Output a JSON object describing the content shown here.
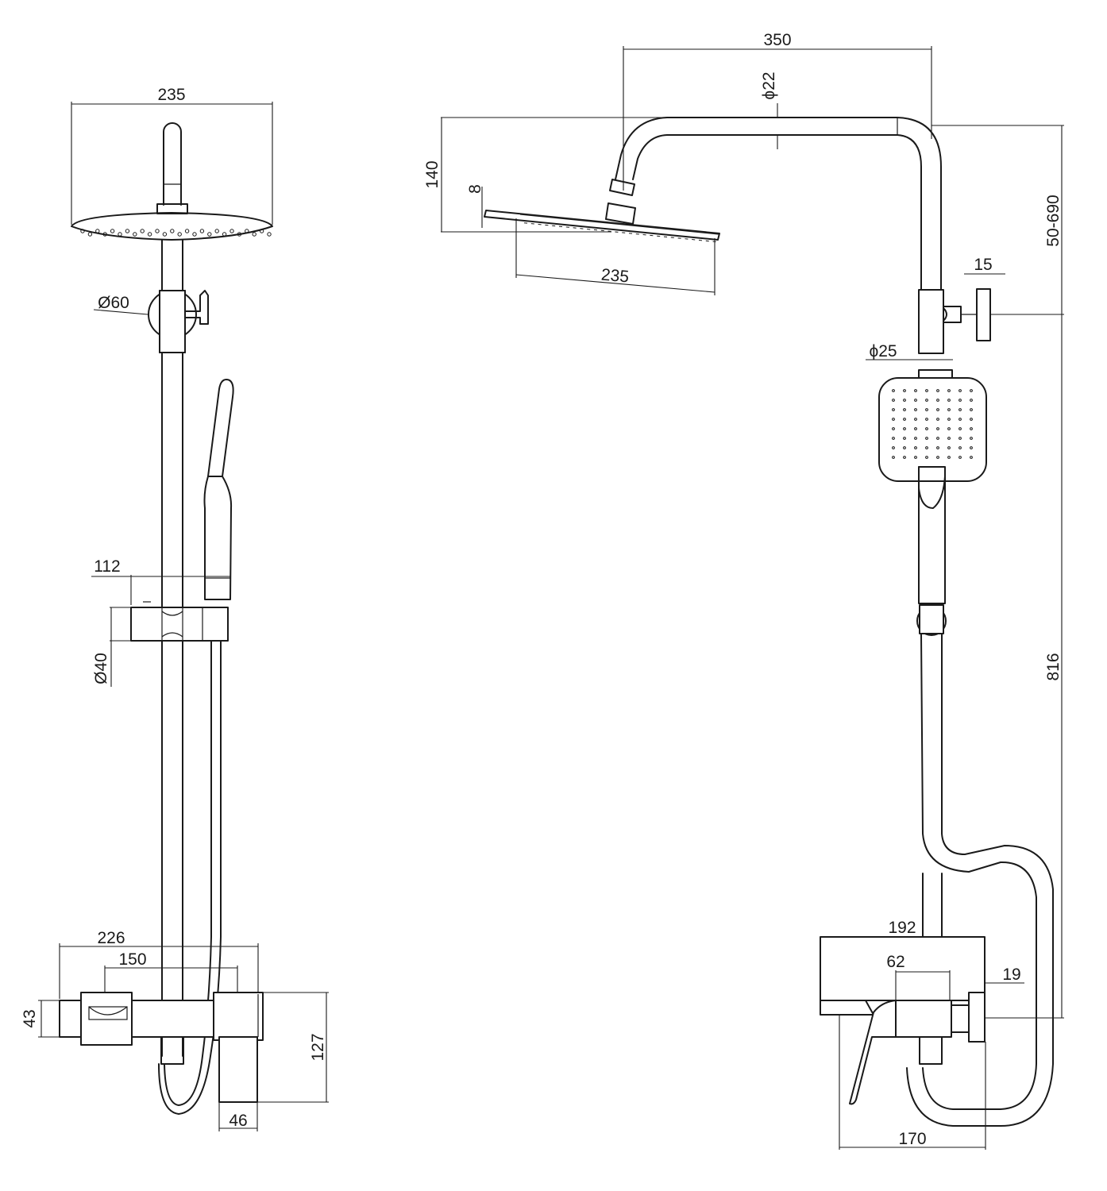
{
  "labels": {
    "front": {
      "head_width": "235",
      "holder_diameter": "Ø60",
      "slider_offset": "112",
      "slider_diameter": "Ø40",
      "mixer_width": "226",
      "inlet_centers": "150",
      "mixer_height": "43",
      "overall_height": "127",
      "handle_width": "46"
    },
    "side": {
      "arm_length": "350",
      "arm_diameter": "ϕ22",
      "head_drop": "140",
      "head_thickness": "8",
      "head_width": "235",
      "adjust_range": "50-690",
      "bracket_depth": "15",
      "pipe_diameter": "ϕ25",
      "pipe_height": "816",
      "mixer_length": "192",
      "outlet_width": "62",
      "flange_depth": "19",
      "spout_length": "170"
    }
  }
}
